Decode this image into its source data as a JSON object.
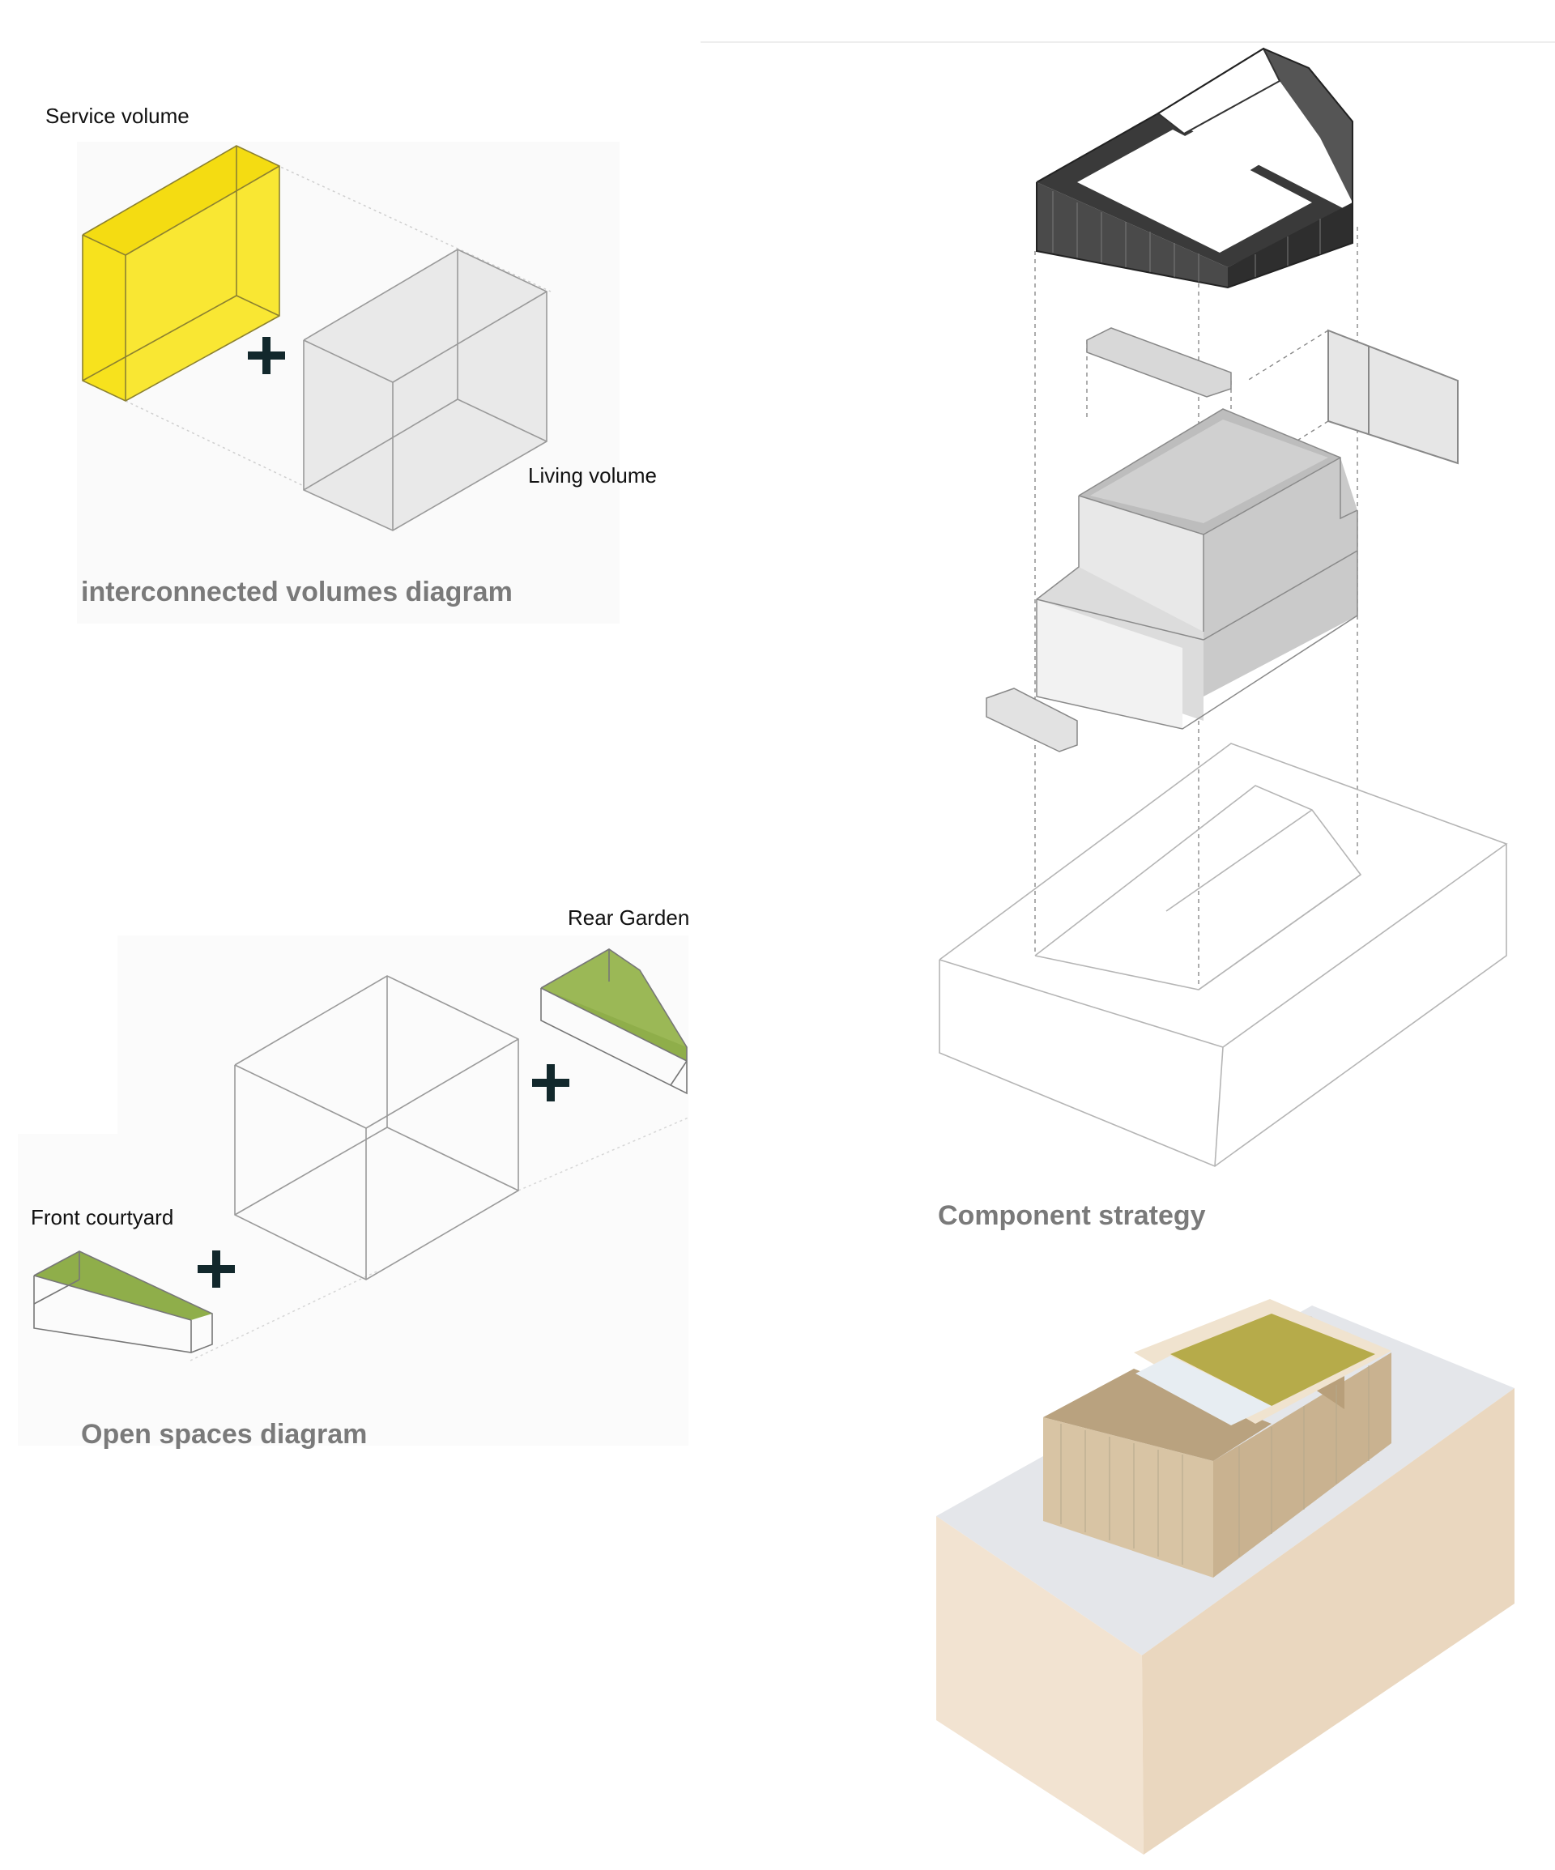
{
  "diagram_top_left": {
    "service_label": "Service volume",
    "living_label": "Living volume",
    "caption": "interconnected volumes diagram",
    "service_color": "#f7e21d",
    "plus_color": "#12282c"
  },
  "diagram_bottom_left": {
    "rear_label": "Rear Garden",
    "front_label": "Front courtyard",
    "caption": "Open spaces diagram",
    "garden_color": "#8fae4a"
  },
  "diagram_right": {
    "caption": "Component strategy",
    "facade_color": "#3a3a3a",
    "roof_color": "#b6ab4a",
    "timber_color": "#d6c3a5",
    "site_color": "#f0ddc8"
  },
  "icons": [
    "plus-icon"
  ]
}
